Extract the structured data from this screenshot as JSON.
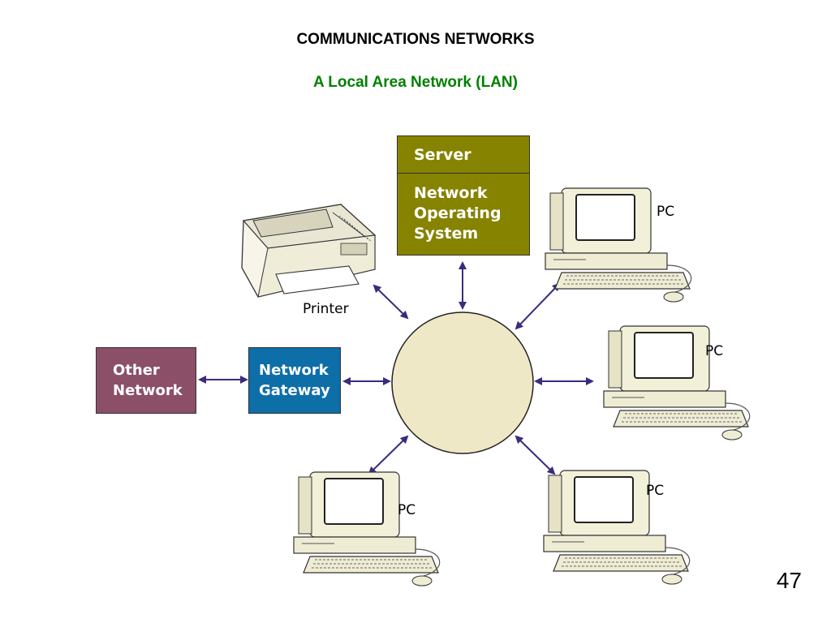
{
  "title": "COMMUNICATIONS NETWORKS",
  "subtitle": "A Local Area Network (LAN)",
  "page_number": "47",
  "server": {
    "header": "Server",
    "body_lines": [
      "Network",
      "Operating",
      "System"
    ]
  },
  "gateway": {
    "lines": [
      "Network",
      "Gateway"
    ]
  },
  "other_network": {
    "lines": [
      "Other",
      "Network"
    ]
  },
  "printer_label": "Printer",
  "pc_labels": [
    "PC",
    "PC",
    "PC",
    "PC"
  ],
  "colors": {
    "server": "#858300",
    "gateway": "#0e6ea8",
    "other_network": "#8b4f68",
    "hub": "#efe8c6",
    "arrow": "#3c2a7d",
    "subtitle": "#008000"
  }
}
